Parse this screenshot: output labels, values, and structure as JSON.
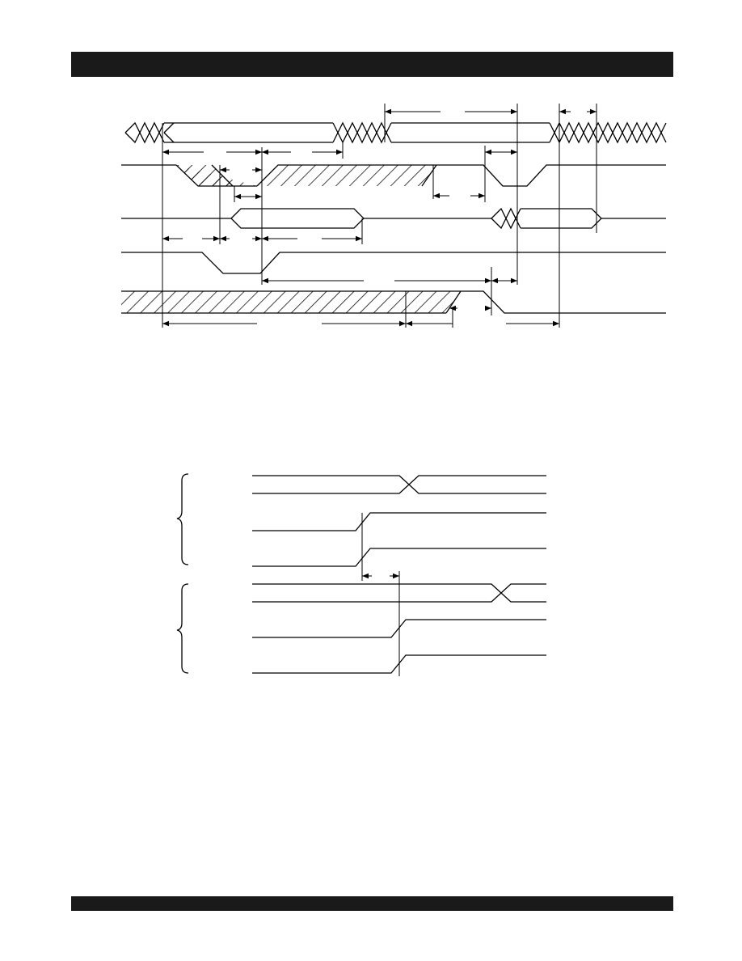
{
  "colors": {
    "ink": "#000000",
    "paper": "#ffffff",
    "banner": "#1a1a1a"
  },
  "timing_diagram": {
    "description_visible_text": "",
    "signals": [
      "bus-invalid-1",
      "strobe-1",
      "data-1",
      "strobe-2",
      "control-hatched"
    ]
  },
  "skew_diagram": {
    "groups": [
      "group-a",
      "group-b"
    ]
  }
}
